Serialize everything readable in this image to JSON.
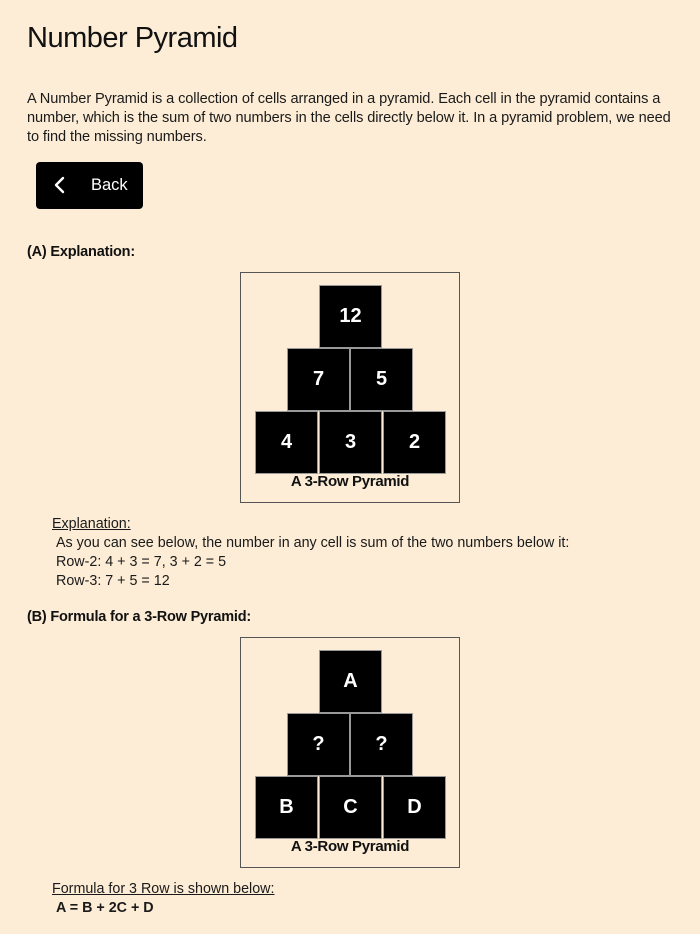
{
  "page": {
    "title": "Number Pyramid",
    "intro": "A Number Pyramid is a collection of cells arranged in a pyramid. Each cell in the pyramid contains a number, which is the sum of two numbers in the cells directly below it. In a pyramid problem, we need to find the missing numbers."
  },
  "back_button": {
    "label": "Back",
    "icon": "chevron-left-icon"
  },
  "section_a": {
    "heading": "(A) Explanation:",
    "pyramid": {
      "rows": [
        [
          "12"
        ],
        [
          "7",
          "5"
        ],
        [
          "4",
          "3",
          "2"
        ]
      ],
      "caption": "A 3-Row Pyramid"
    },
    "explanation": {
      "label": "Explanation:",
      "lines": [
        "As you can see below, the number in any cell is sum of the two numbers below it:",
        "Row-2: 4 + 3 = 7, 3 + 2 = 5",
        "Row-3: 7 + 5 = 12"
      ]
    }
  },
  "section_b": {
    "heading": "(B) Formula for a 3-Row Pyramid:",
    "pyramid": {
      "rows": [
        [
          "A"
        ],
        [
          "?",
          "?"
        ],
        [
          "B",
          "C",
          "D"
        ]
      ],
      "caption": "A 3-Row Pyramid"
    },
    "formula": {
      "label": "Formula for 3 Row is shown below:",
      "expression": "A = B + 2C + D"
    }
  },
  "colors": {
    "background": "#fdedd6",
    "cell": "#000000",
    "cell_border": "#999999",
    "button": "#000000"
  }
}
